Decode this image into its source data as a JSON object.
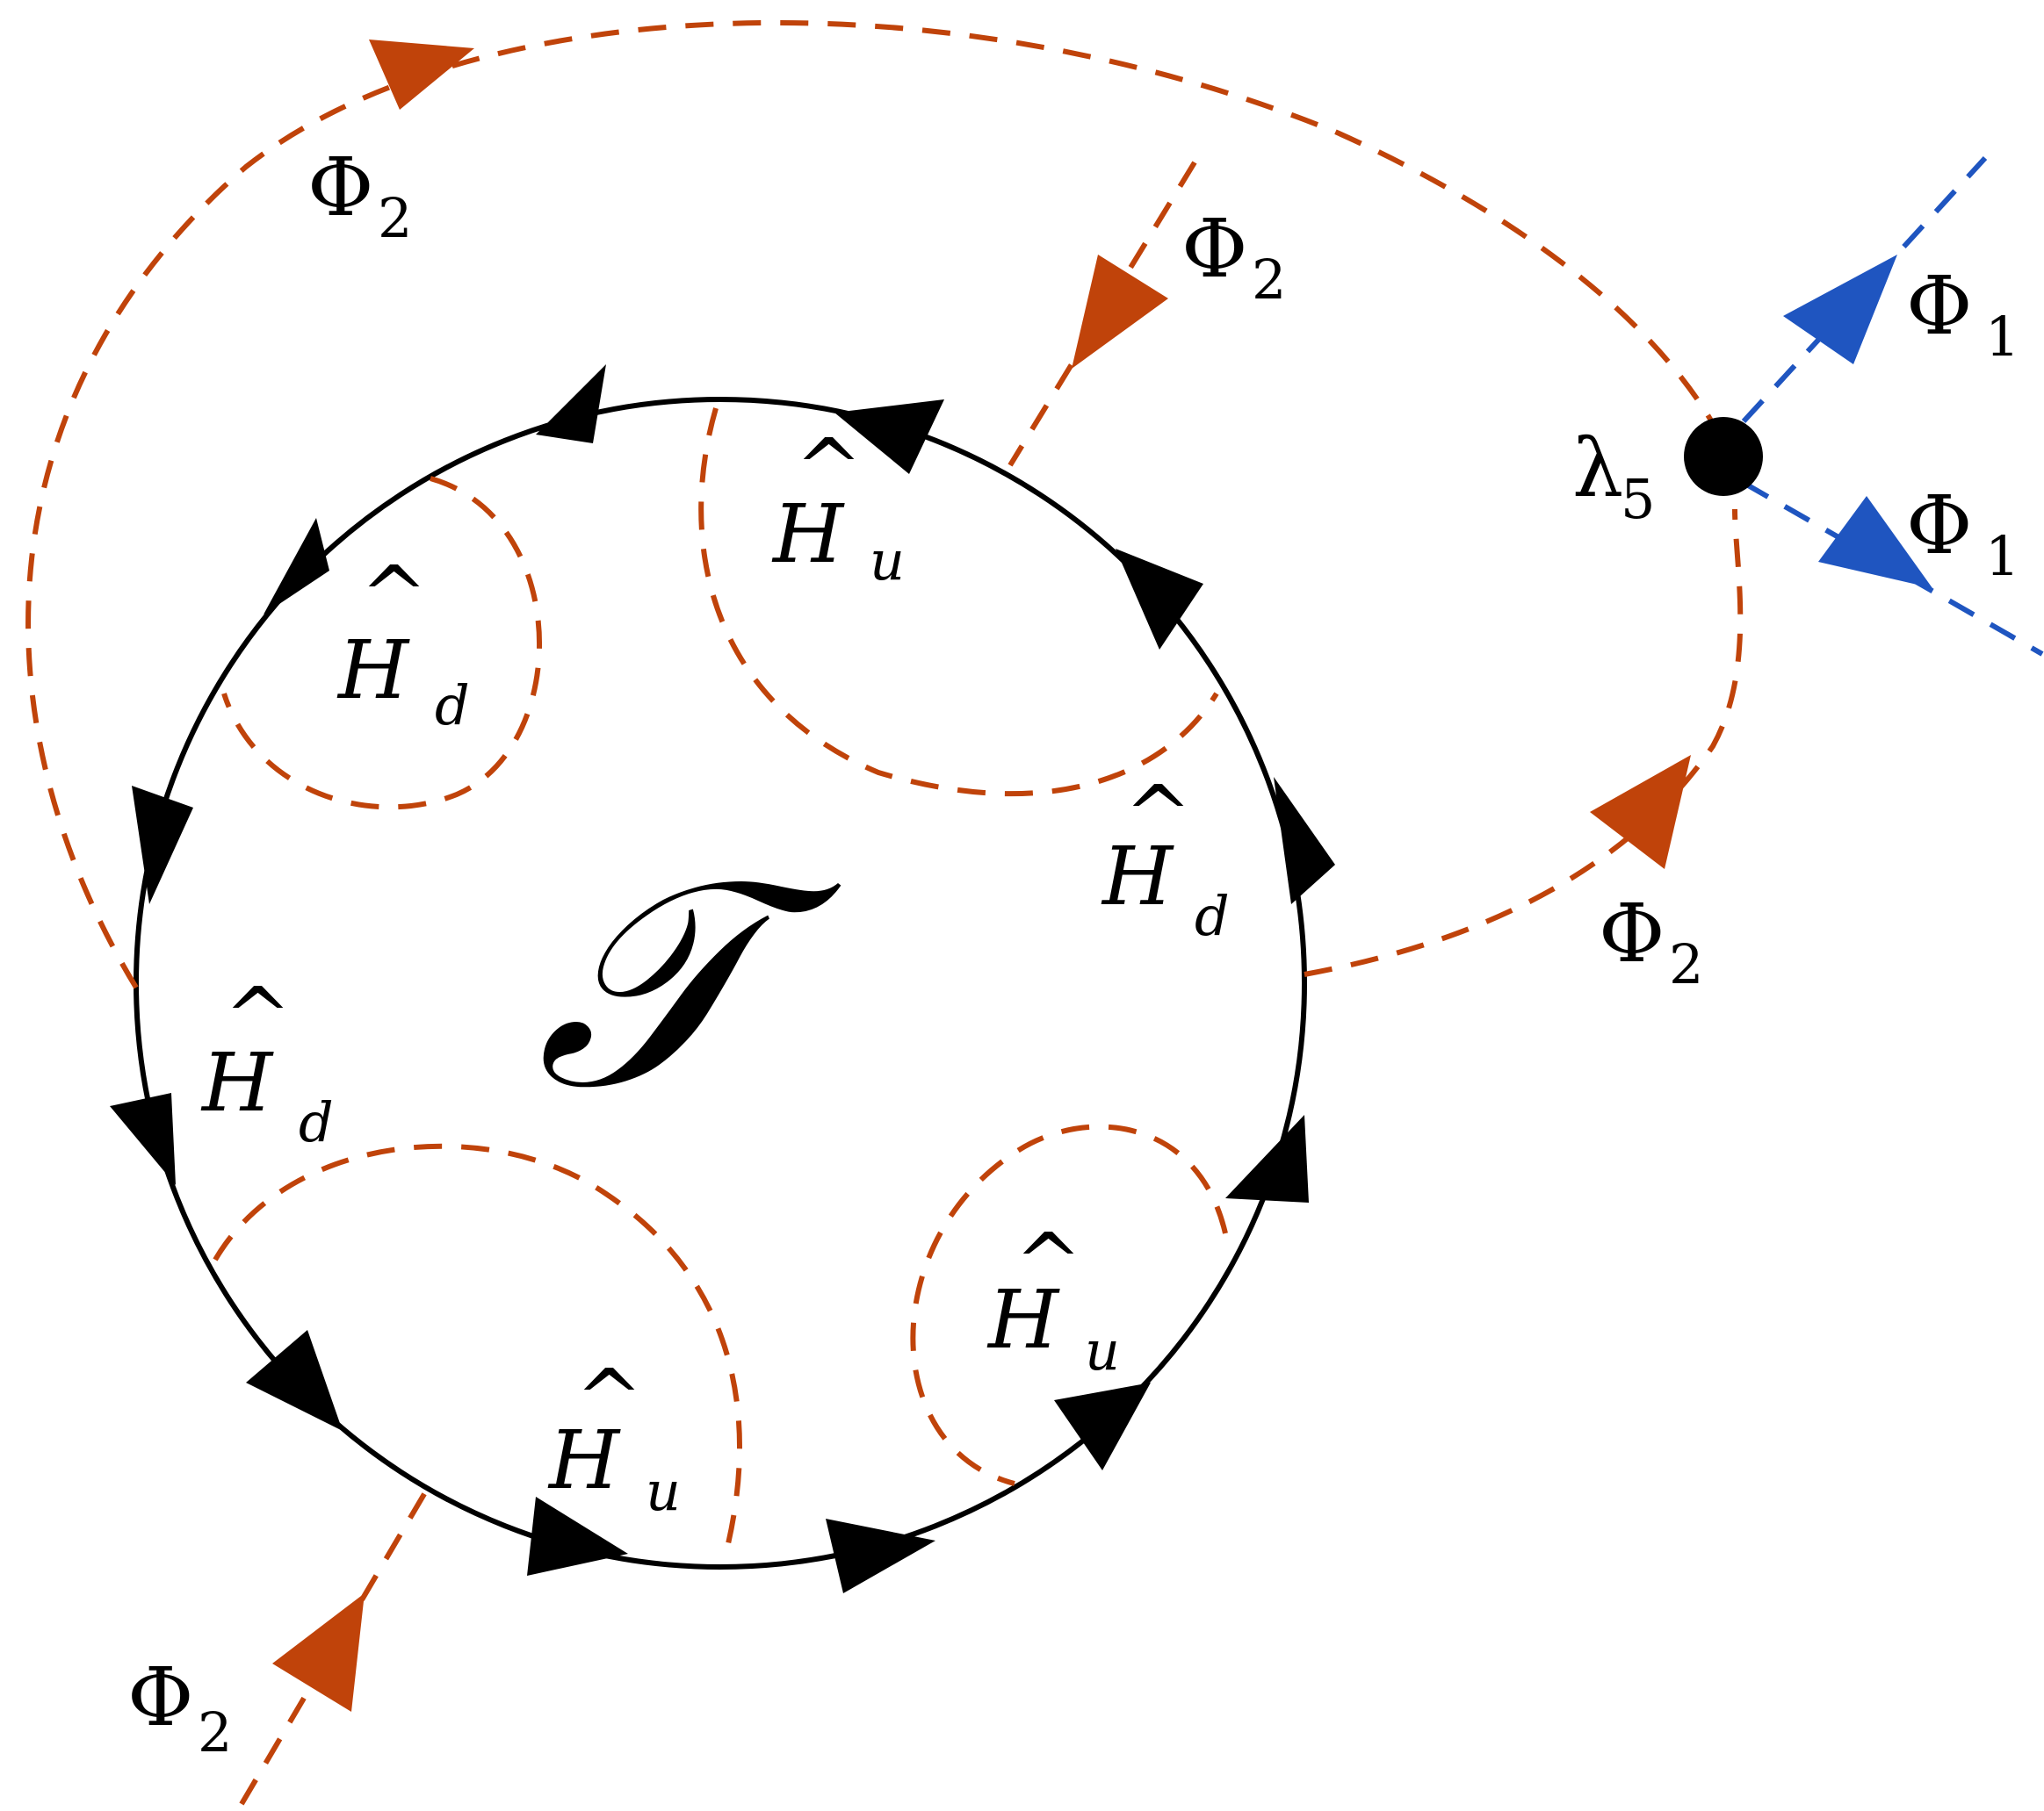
{
  "colors": {
    "fermion_line": "#000000",
    "phi2_line": "#c0430a",
    "phi1_line": "#1f55c0",
    "vertex": "#000000"
  },
  "labels": {
    "center": "𝒯",
    "vertex": {
      "base": "λ",
      "sub": "5"
    },
    "phi2": {
      "base": "Φ",
      "sub": "2"
    },
    "phi1": {
      "base": "Φ",
      "sub": "1"
    },
    "hu": {
      "base": "H",
      "sub": "u",
      "accent": "^"
    },
    "hd": {
      "base": "H",
      "sub": "d",
      "accent": "^"
    }
  }
}
